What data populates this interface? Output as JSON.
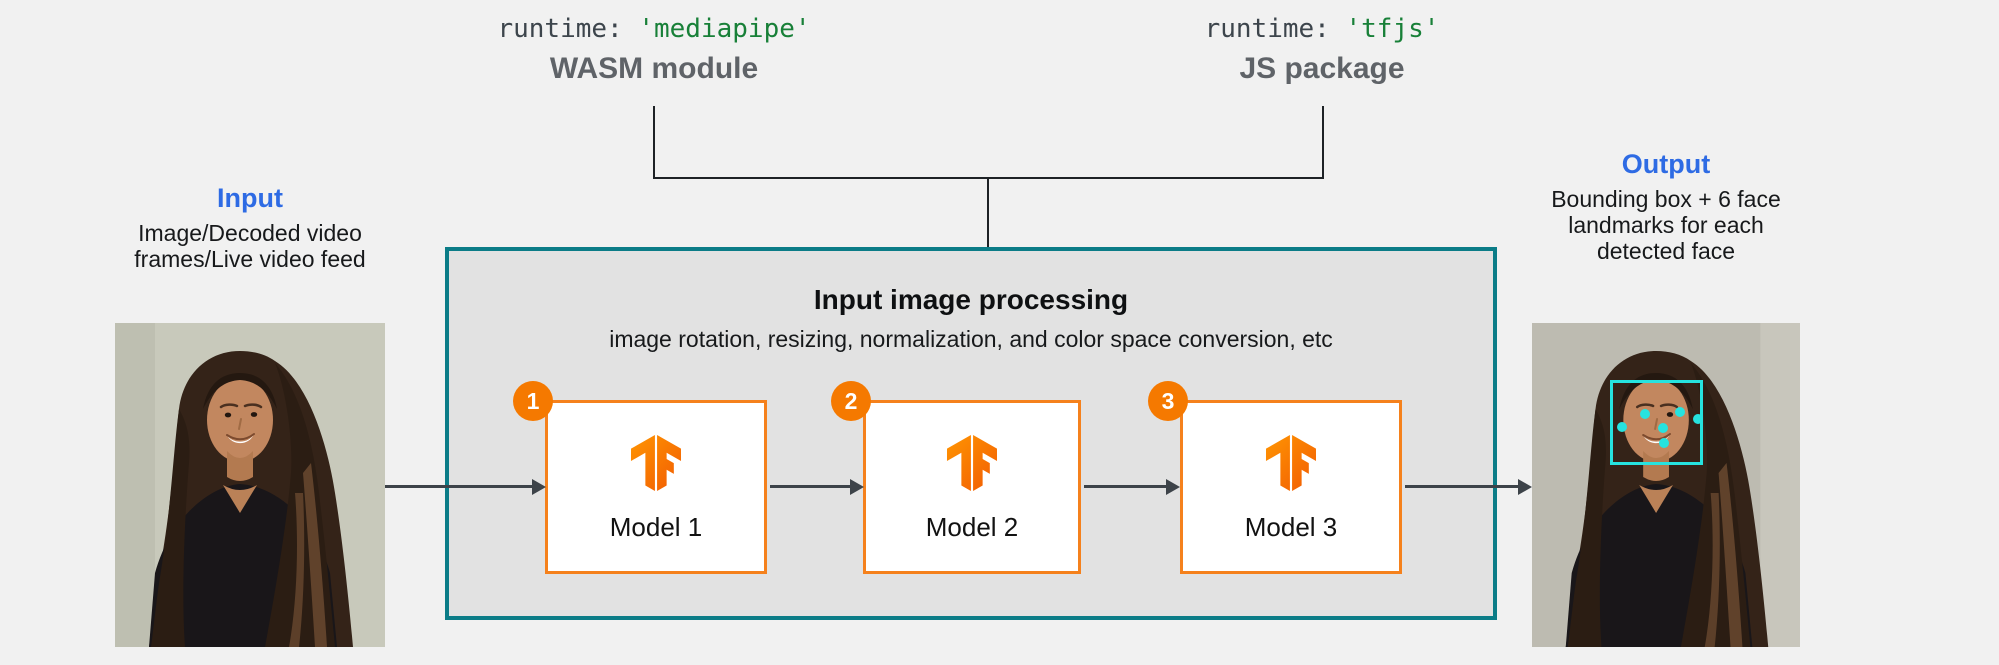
{
  "diagram": {
    "runtime_mediapipe": {
      "code_keyword": "runtime:",
      "code_string": "'mediapipe'",
      "label": "WASM module"
    },
    "runtime_tfjs": {
      "code_keyword": "runtime:",
      "code_string": "'tfjs'",
      "label": "JS package"
    },
    "input": {
      "title": "Input",
      "desc_line1": "Image/Decoded video",
      "desc_line2": "frames/Live video feed"
    },
    "output": {
      "title": "Output",
      "desc_line1": "Bounding box + 6 face",
      "desc_line2": "landmarks for each",
      "desc_line3": "detected face"
    },
    "processing": {
      "title": "Input image processing",
      "subtitle": "image rotation, resizing, normalization, and color space conversion, etc",
      "models": [
        {
          "badge": "1",
          "label": "Model 1"
        },
        {
          "badge": "2",
          "label": "Model 2"
        },
        {
          "badge": "3",
          "label": "Model 3"
        }
      ]
    },
    "colors": {
      "accent_blue": "#2e6be4",
      "code_green": "#188038",
      "teal_border": "#0b7c87",
      "tf_orange": "#f57900",
      "model_border_orange": "#f5811c",
      "landmark_cyan": "#26e3df"
    }
  }
}
